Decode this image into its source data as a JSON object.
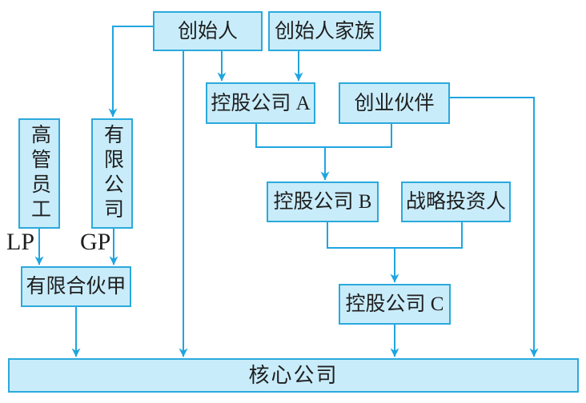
{
  "diagram": {
    "kind": "equity-structure-flowchart",
    "nodes": {
      "founder": "创始人",
      "founder_family": "创始人家族",
      "holding_a": "控股公司 A",
      "venture_partners": "创业伙伴",
      "executives": "高管员工",
      "limited_company": "有限公司",
      "limited_partnership_a": "有限合伙甲",
      "holding_b": "控股公司 B",
      "strategic_investors": "战略投资人",
      "holding_c": "控股公司 C",
      "core_company": "核心公司"
    },
    "edge_labels": {
      "lp": "LP",
      "gp": "GP"
    },
    "edges": [
      {
        "from": "founder",
        "to": "limited_company"
      },
      {
        "from": "founder",
        "to": "holding_a"
      },
      {
        "from": "founder",
        "to": "core_company"
      },
      {
        "from": "founder_family",
        "to": "holding_a"
      },
      {
        "from": "holding_a",
        "to": "holding_b"
      },
      {
        "from": "venture_partners",
        "to": "holding_b"
      },
      {
        "from": "venture_partners",
        "to": "core_company"
      },
      {
        "from": "executives",
        "to": "limited_partnership_a",
        "label": "LP"
      },
      {
        "from": "limited_company",
        "to": "limited_partnership_a",
        "label": "GP"
      },
      {
        "from": "limited_partnership_a",
        "to": "core_company"
      },
      {
        "from": "holding_b",
        "to": "holding_c"
      },
      {
        "from": "strategic_investors",
        "to": "holding_c"
      },
      {
        "from": "holding_c",
        "to": "core_company"
      }
    ],
    "colors": {
      "box_fill": "#c9ecfa",
      "box_border": "#2ba9dc",
      "connector": "#1fa5e0",
      "text": "#1e1e1e"
    }
  }
}
